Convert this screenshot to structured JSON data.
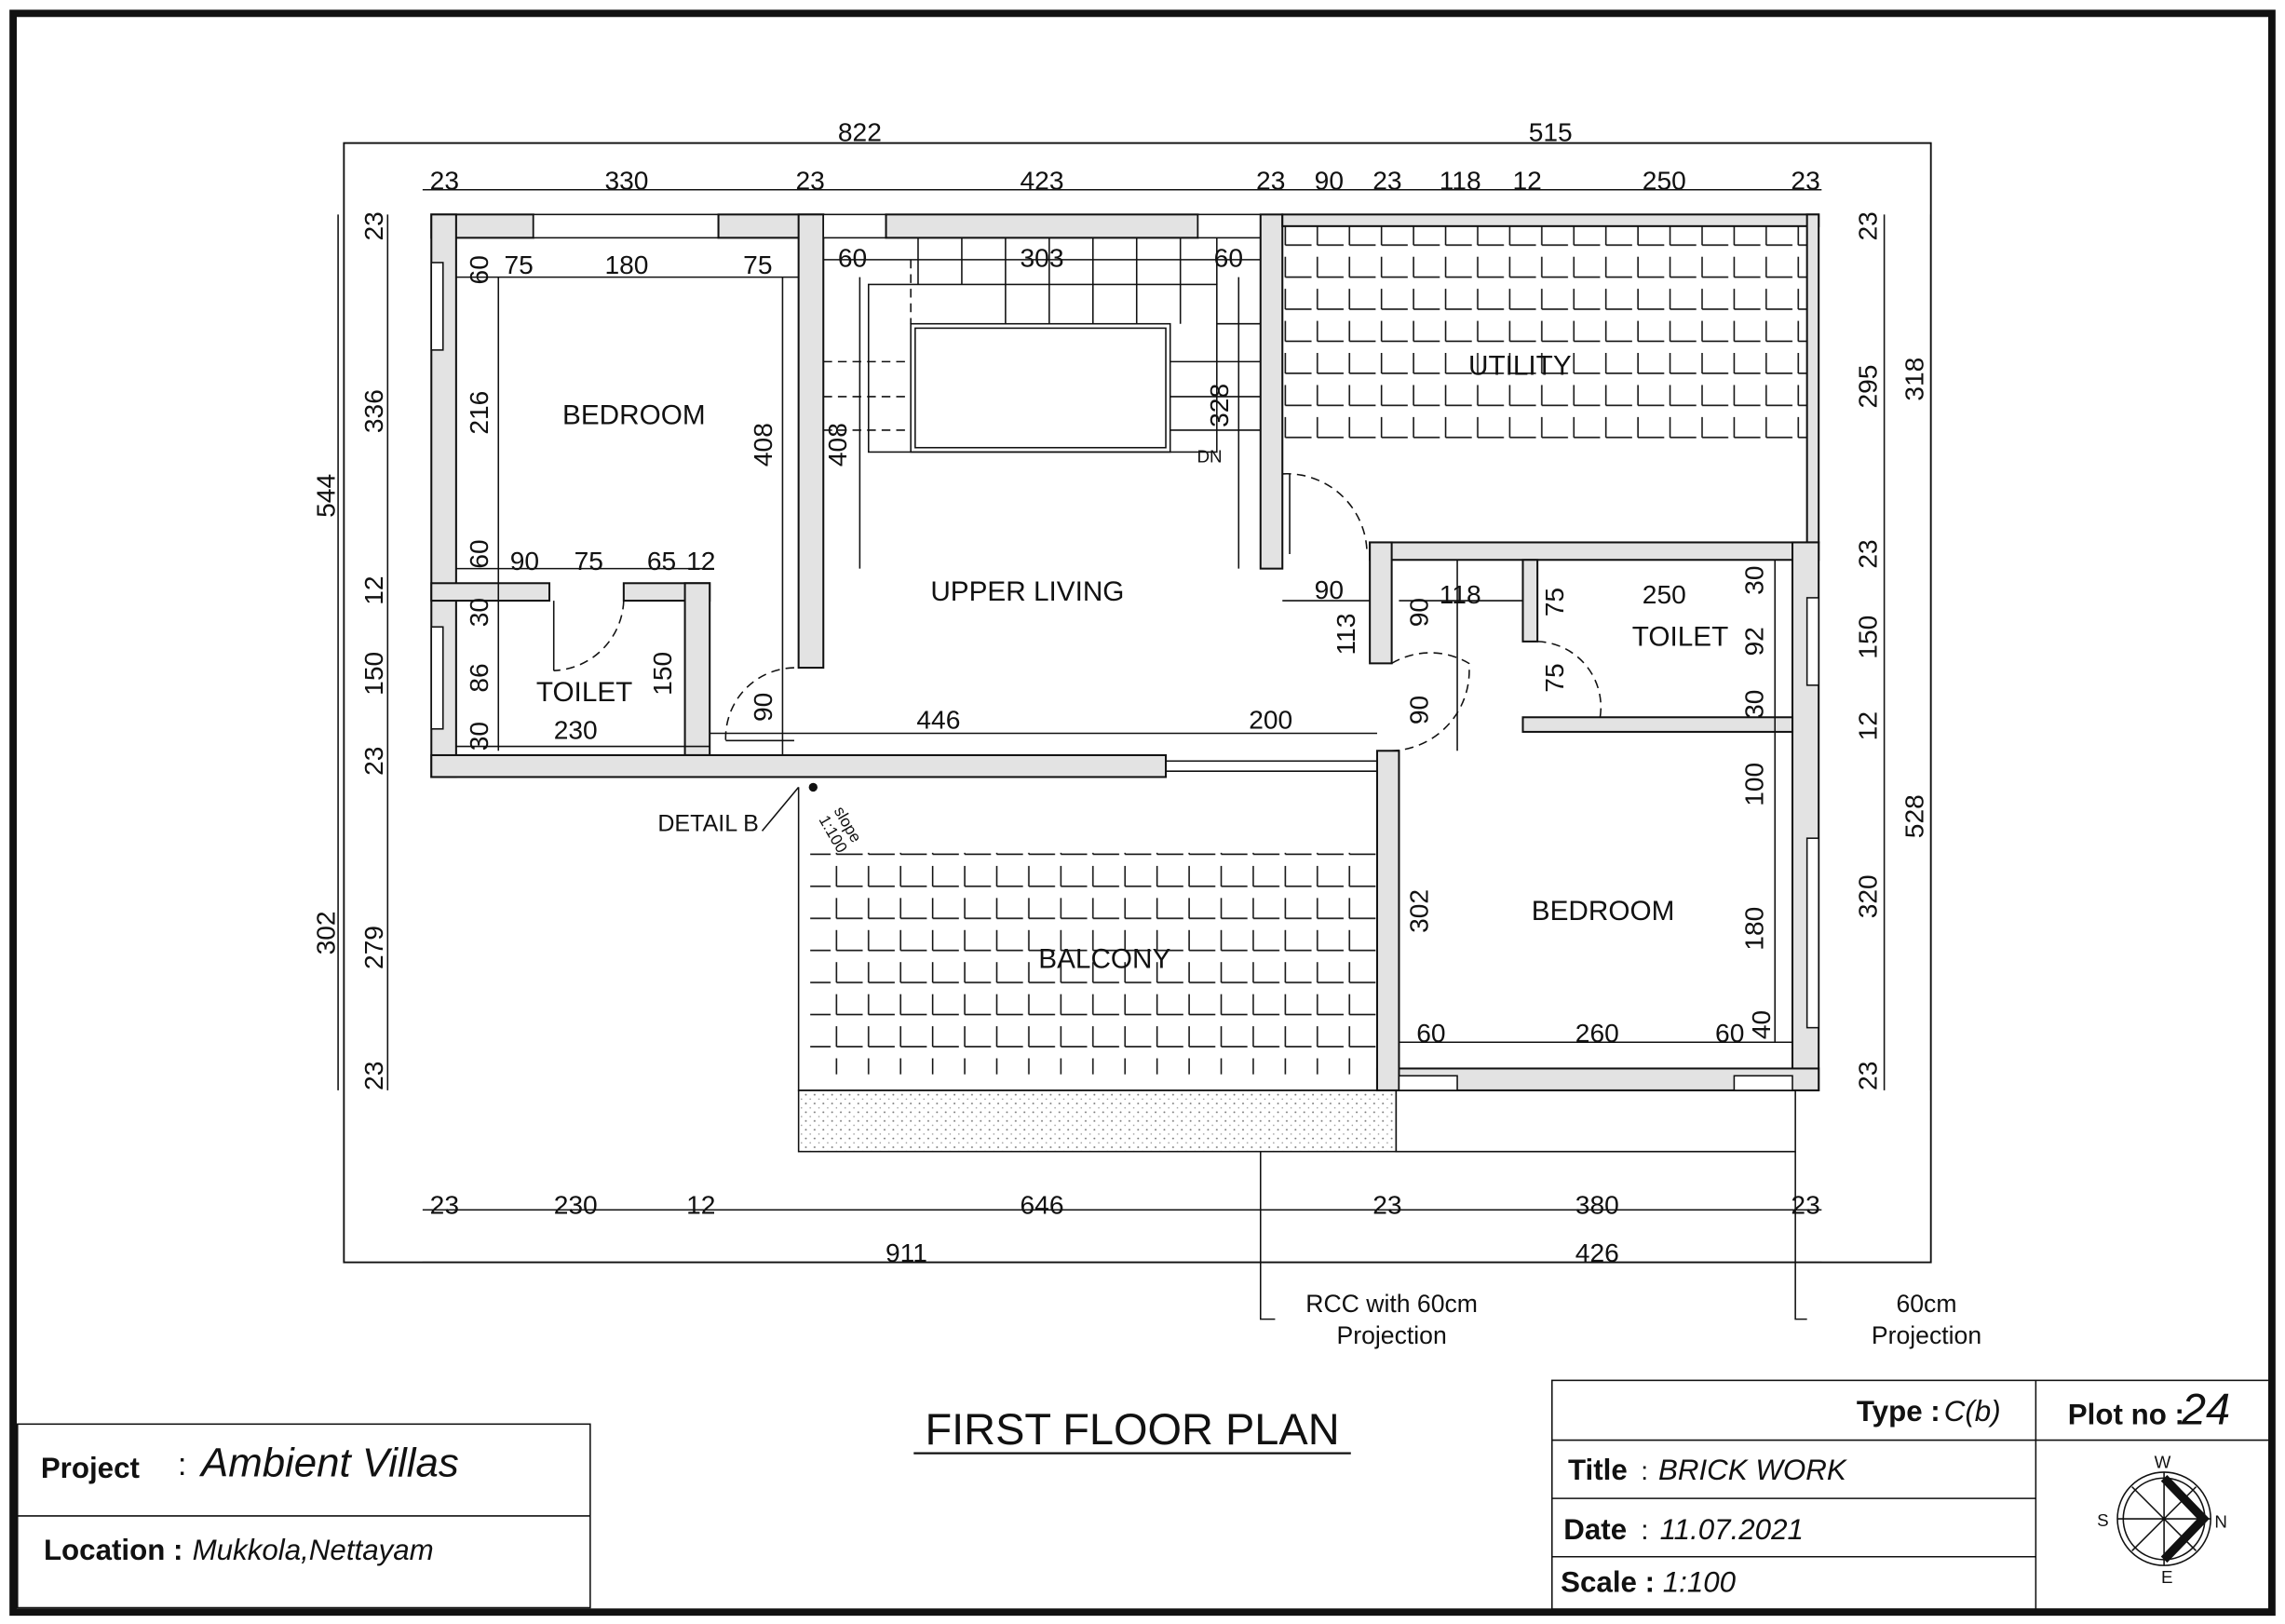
{
  "drawing_title": "FIRST FLOOR PLAN",
  "rooms": {
    "bedroom_1": "BEDROOM",
    "upper_living": "UPPER LIVING",
    "toilet_1": "TOILET",
    "utility": "UTILITY",
    "toilet_2": "TOILET",
    "bedroom_2": "BEDROOM",
    "balcony": "BALCONY"
  },
  "stair_label": "DN",
  "detail_label": "DETAIL B",
  "slope_label": [
    "slope",
    "1:100"
  ],
  "annotations": {
    "rcc_line1": "RCC with 60cm",
    "rcc_line2": "Projection",
    "proj_line1": "60cm",
    "proj_line2": "Projection"
  },
  "dims": {
    "top_overall": [
      "822",
      "515"
    ],
    "top_detail": [
      "23",
      "330",
      "23",
      "423",
      "23",
      "90",
      "23",
      "118",
      "12",
      "250",
      "23"
    ],
    "left_overall": [
      "544",
      "302"
    ],
    "left_detail": [
      "23",
      "336",
      "12",
      "150",
      "23",
      "279",
      "23"
    ],
    "right_detail": [
      "23",
      "295",
      "23",
      "150",
      "12",
      "320",
      "23"
    ],
    "right_overall": [
      "318",
      "528"
    ],
    "bottom_detail": [
      "23",
      "230",
      "12",
      "646",
      "23",
      "380",
      "23"
    ],
    "bottom_overall": [
      "911",
      "426"
    ],
    "interior": [
      "60",
      "75",
      "180",
      "75",
      "216",
      "408",
      "408",
      "60",
      "303",
      "60",
      "328",
      "60",
      "90",
      "75",
      "65",
      "12",
      "30",
      "86",
      "30",
      "150",
      "230",
      "90",
      "446",
      "200",
      "90",
      "113",
      "90",
      "118",
      "75",
      "250",
      "30",
      "92",
      "75",
      "30",
      "90",
      "100",
      "302",
      "180",
      "60",
      "260",
      "60",
      "40"
    ]
  },
  "title_block": {
    "project_label": "Project",
    "project_sep": ":",
    "project_value": "Ambient Villas",
    "location_label": "Location :",
    "location_value": "Mukkola,Nettayam",
    "type_label": "Type :",
    "type_value": "C(b)",
    "plot_label": "Plot no :",
    "plot_value": "24",
    "title_label": "Title",
    "title_sep": ":",
    "title_value": "BRICK WORK",
    "date_label": "Date",
    "date_sep": ":",
    "date_value": "11.07.2021",
    "scale_label": "Scale :",
    "scale_value": "1:100",
    "compass": {
      "w": "W",
      "s": "S",
      "n": "N",
      "e": "E"
    }
  }
}
